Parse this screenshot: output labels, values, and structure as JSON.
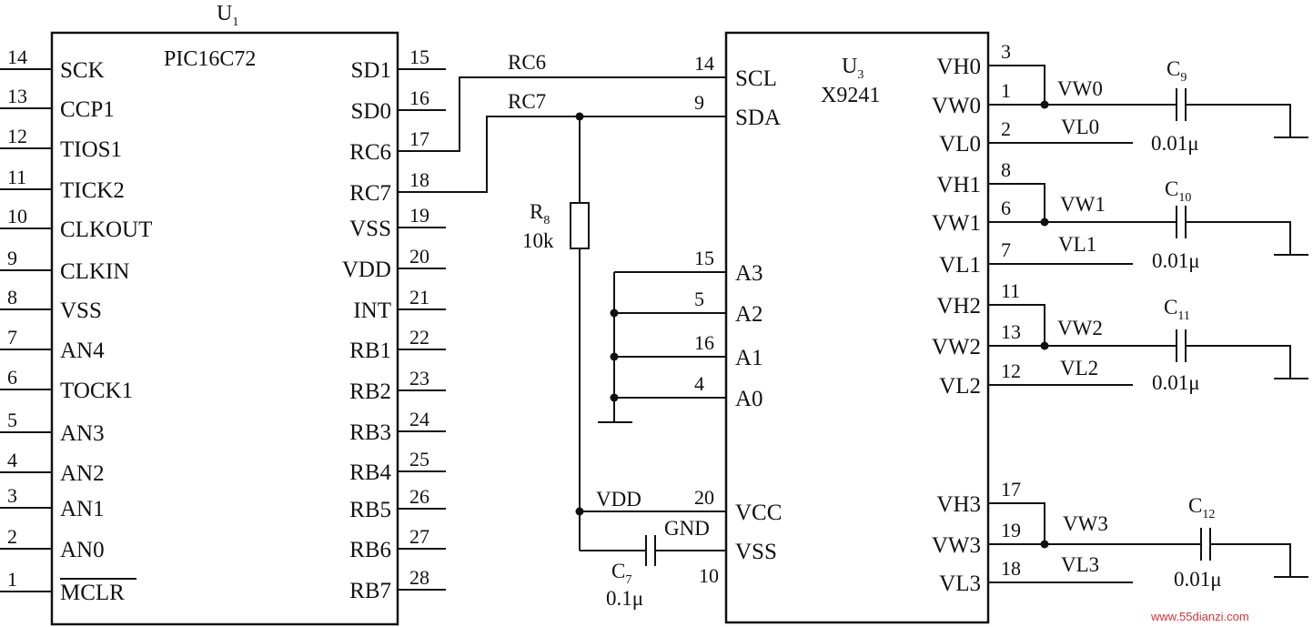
{
  "u1": {
    "ref": "U",
    "ref_sub": "1",
    "part": "PIC16C72",
    "left_pins": [
      {
        "num": "14",
        "name": "SCK"
      },
      {
        "num": "13",
        "name": "CCP1"
      },
      {
        "num": "12",
        "name": "TIOS1"
      },
      {
        "num": "11",
        "name": "TICK2"
      },
      {
        "num": "10",
        "name": "CLKOUT"
      },
      {
        "num": "9",
        "name": "CLKIN"
      },
      {
        "num": "8",
        "name": "VSS"
      },
      {
        "num": "7",
        "name": "AN4"
      },
      {
        "num": "6",
        "name": "TOCK1"
      },
      {
        "num": "5",
        "name": "AN3"
      },
      {
        "num": "4",
        "name": "AN2"
      },
      {
        "num": "3",
        "name": "AN1"
      },
      {
        "num": "2",
        "name": "AN0"
      },
      {
        "num": "1",
        "name": "MCLR"
      }
    ],
    "right_pins": [
      {
        "num": "15",
        "name": "SD1"
      },
      {
        "num": "16",
        "name": "SD0"
      },
      {
        "num": "17",
        "name": "RC6"
      },
      {
        "num": "18",
        "name": "RC7"
      },
      {
        "num": "19",
        "name": "VSS"
      },
      {
        "num": "20",
        "name": "VDD"
      },
      {
        "num": "21",
        "name": "INT"
      },
      {
        "num": "22",
        "name": "RB1"
      },
      {
        "num": "23",
        "name": "RB2"
      },
      {
        "num": "24",
        "name": "RB3"
      },
      {
        "num": "25",
        "name": "RB4"
      },
      {
        "num": "26",
        "name": "RB5"
      },
      {
        "num": "27",
        "name": "RB6"
      },
      {
        "num": "28",
        "name": "RB7"
      }
    ]
  },
  "u3": {
    "ref": "U",
    "ref_sub": "3",
    "part": "X9241",
    "left_pins": [
      {
        "num": "14",
        "name": "SCL"
      },
      {
        "num": "9",
        "name": "SDA"
      },
      {
        "num": "15",
        "name": "A3"
      },
      {
        "num": "5",
        "name": "A2"
      },
      {
        "num": "16",
        "name": "A1"
      },
      {
        "num": "4",
        "name": "A0"
      },
      {
        "num": "20",
        "name": "VCC"
      },
      {
        "num": "10",
        "name": "VSS"
      }
    ],
    "right_pins": [
      {
        "num": "3",
        "name": "VH0"
      },
      {
        "num": "1",
        "name": "VW0"
      },
      {
        "num": "2",
        "name": "VL0"
      },
      {
        "num": "8",
        "name": "VH1"
      },
      {
        "num": "6",
        "name": "VW1"
      },
      {
        "num": "7",
        "name": "VL1"
      },
      {
        "num": "11",
        "name": "VH2"
      },
      {
        "num": "13",
        "name": "VW2"
      },
      {
        "num": "12",
        "name": "VL2"
      },
      {
        "num": "17",
        "name": "VH3"
      },
      {
        "num": "19",
        "name": "VW3"
      },
      {
        "num": "18",
        "name": "VL3"
      }
    ]
  },
  "nets": {
    "rc6": "RC6",
    "rc7": "RC7",
    "vdd": "VDD",
    "gnd": "GND",
    "vw0": "VW0",
    "vl0": "VL0",
    "vw1": "VW1",
    "vl1": "VL1",
    "vw2": "VW2",
    "vl2": "VL2",
    "vw3": "VW3",
    "vl3": "VL3"
  },
  "components": {
    "r8": {
      "ref": "R",
      "sub": "8",
      "value": "10k"
    },
    "c7": {
      "ref": "C",
      "sub": "7",
      "value": "0.1μ"
    },
    "c9": {
      "ref": "C",
      "sub": "9",
      "value": "0.01μ"
    },
    "c10": {
      "ref": "C",
      "sub": "10",
      "value": "0.01μ"
    },
    "c11": {
      "ref": "C",
      "sub": "11",
      "value": "0.01μ"
    },
    "c12": {
      "ref": "C",
      "sub": "12",
      "value": "0.01μ"
    }
  },
  "watermark": "www.55dianzi.com"
}
